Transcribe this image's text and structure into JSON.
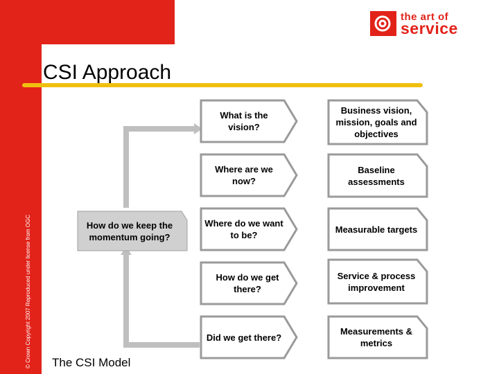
{
  "copyright": "© Crown Copyright 2007 Reproduced under license from OGC",
  "logo": {
    "line1": "the art of",
    "line2": "service"
  },
  "title": "CSI Approach",
  "caption": "The CSI Model",
  "diagram": {
    "loop_step": "How do we keep the momentum going?",
    "questions": [
      "What is the vision?",
      "Where are we now?",
      "Where do we want to be?",
      "How do we get there?",
      "Did we get there?"
    ],
    "answers": [
      "Business vision, mission, goals and objectives",
      "Baseline assessments",
      "Measurable targets",
      "Service & process improvement",
      "Measurements & metrics"
    ]
  },
  "colors": {
    "brand_red": "#e2231a",
    "title_bar": "#f0c010",
    "node_fill": "#ffffff",
    "node_border": "#9a9a9a",
    "loop_fill": "#d0d0d0",
    "connector": "#bfbfbf"
  }
}
